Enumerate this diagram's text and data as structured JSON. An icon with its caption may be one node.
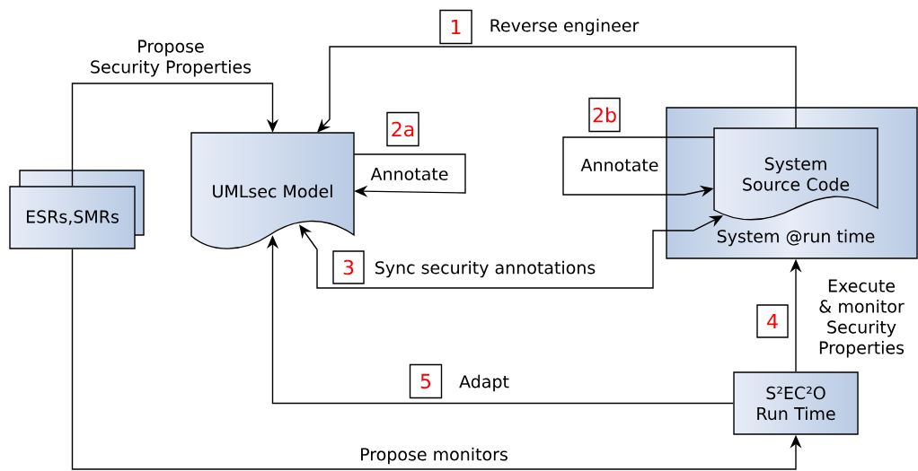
{
  "diagram": {
    "nodes": [
      {
        "text": [
          "ESRs,SMRs"
        ]
      },
      {
        "text": [
          "UMLsec Model"
        ]
      },
      {
        "text": [
          "System @run time"
        ]
      },
      {
        "text": [
          "System Source Code"
        ],
        "in": 2
      },
      {
        "text": [
          "S²EC²O Run Time"
        ]
      },
      {
        "text": [
          "1"
        ]
      },
      {
        "text": [
          "2a"
        ]
      },
      {
        "text": [
          "2b"
        ]
      },
      {
        "text": [
          "3"
        ]
      },
      {
        "text": [
          "4"
        ]
      },
      {
        "text": [
          "5"
        ]
      }
    ],
    "edges": [
      {
        "from": 0,
        "to": 1,
        "arrow": "to",
        "label": "Propose Security Properties"
      },
      {
        "from": 3,
        "to": 1,
        "arrow": "to",
        "label": "Reverse engineer"
      },
      {
        "from": 1,
        "to": 1,
        "arrow": "to",
        "label": "Annotate"
      },
      {
        "from": 3,
        "to": 3,
        "arrow": "to",
        "label": "Annotate"
      },
      {
        "from": 1,
        "to": 3,
        "arrow": "both",
        "label": "Sync security annotations"
      },
      {
        "from": 4,
        "to": 2,
        "arrow": "to",
        "label": "Execute & monitor Security Properties"
      },
      {
        "from": 4,
        "to": 1,
        "arrow": "to",
        "label": "Adapt"
      },
      {
        "from": 0,
        "to": 4,
        "arrow": "to",
        "label": "Propose monitors"
      }
    ]
  }
}
